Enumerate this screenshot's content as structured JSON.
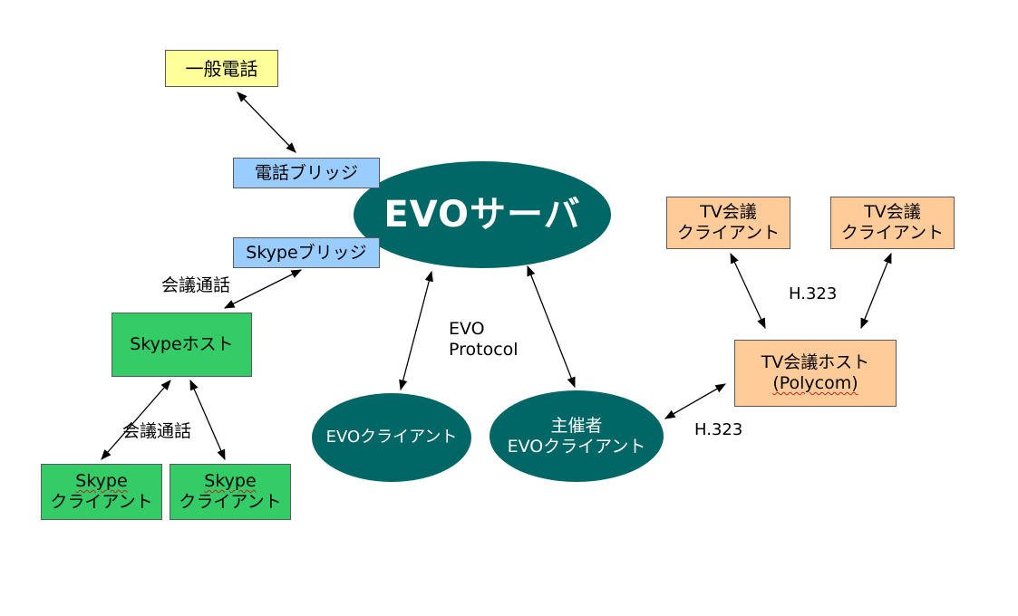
{
  "nodes": {
    "phone": "一般電話",
    "phone_bridge": "電話ブリッジ",
    "skype_bridge": "Skypeブリッジ",
    "evo_server": "EVOサーバ",
    "skype_host": "Skypeホスト",
    "skype_client1": {
      "line1": "Skype",
      "line2": "クライアント"
    },
    "skype_client2": {
      "line1": "Skype",
      "line2": "クライアント"
    },
    "evo_client": "EVOクライアント",
    "host_evo_client": {
      "line1": "主催者",
      "line2": "EVOクライアント"
    },
    "tv_client1": {
      "line1": "TV会議",
      "line2": "クライアント"
    },
    "tv_client2": {
      "line1": "TV会議",
      "line2": "クライアント"
    },
    "tv_host": {
      "line1": "TV会議ホスト",
      "line2": "(Polycom)"
    }
  },
  "labels": {
    "conference_call_top": "会議通話",
    "conference_call_bottom": "会議通話",
    "evo_protocol_line1": "EVO",
    "evo_protocol_line2": "Protocol",
    "h323_top": "H.323",
    "h323_bottom": "H.323"
  },
  "colors": {
    "phone": "#ffff99",
    "bridge": "#99ccff",
    "skype": "#33cc66",
    "tv": "#ffcc99",
    "evo": "#006666"
  }
}
